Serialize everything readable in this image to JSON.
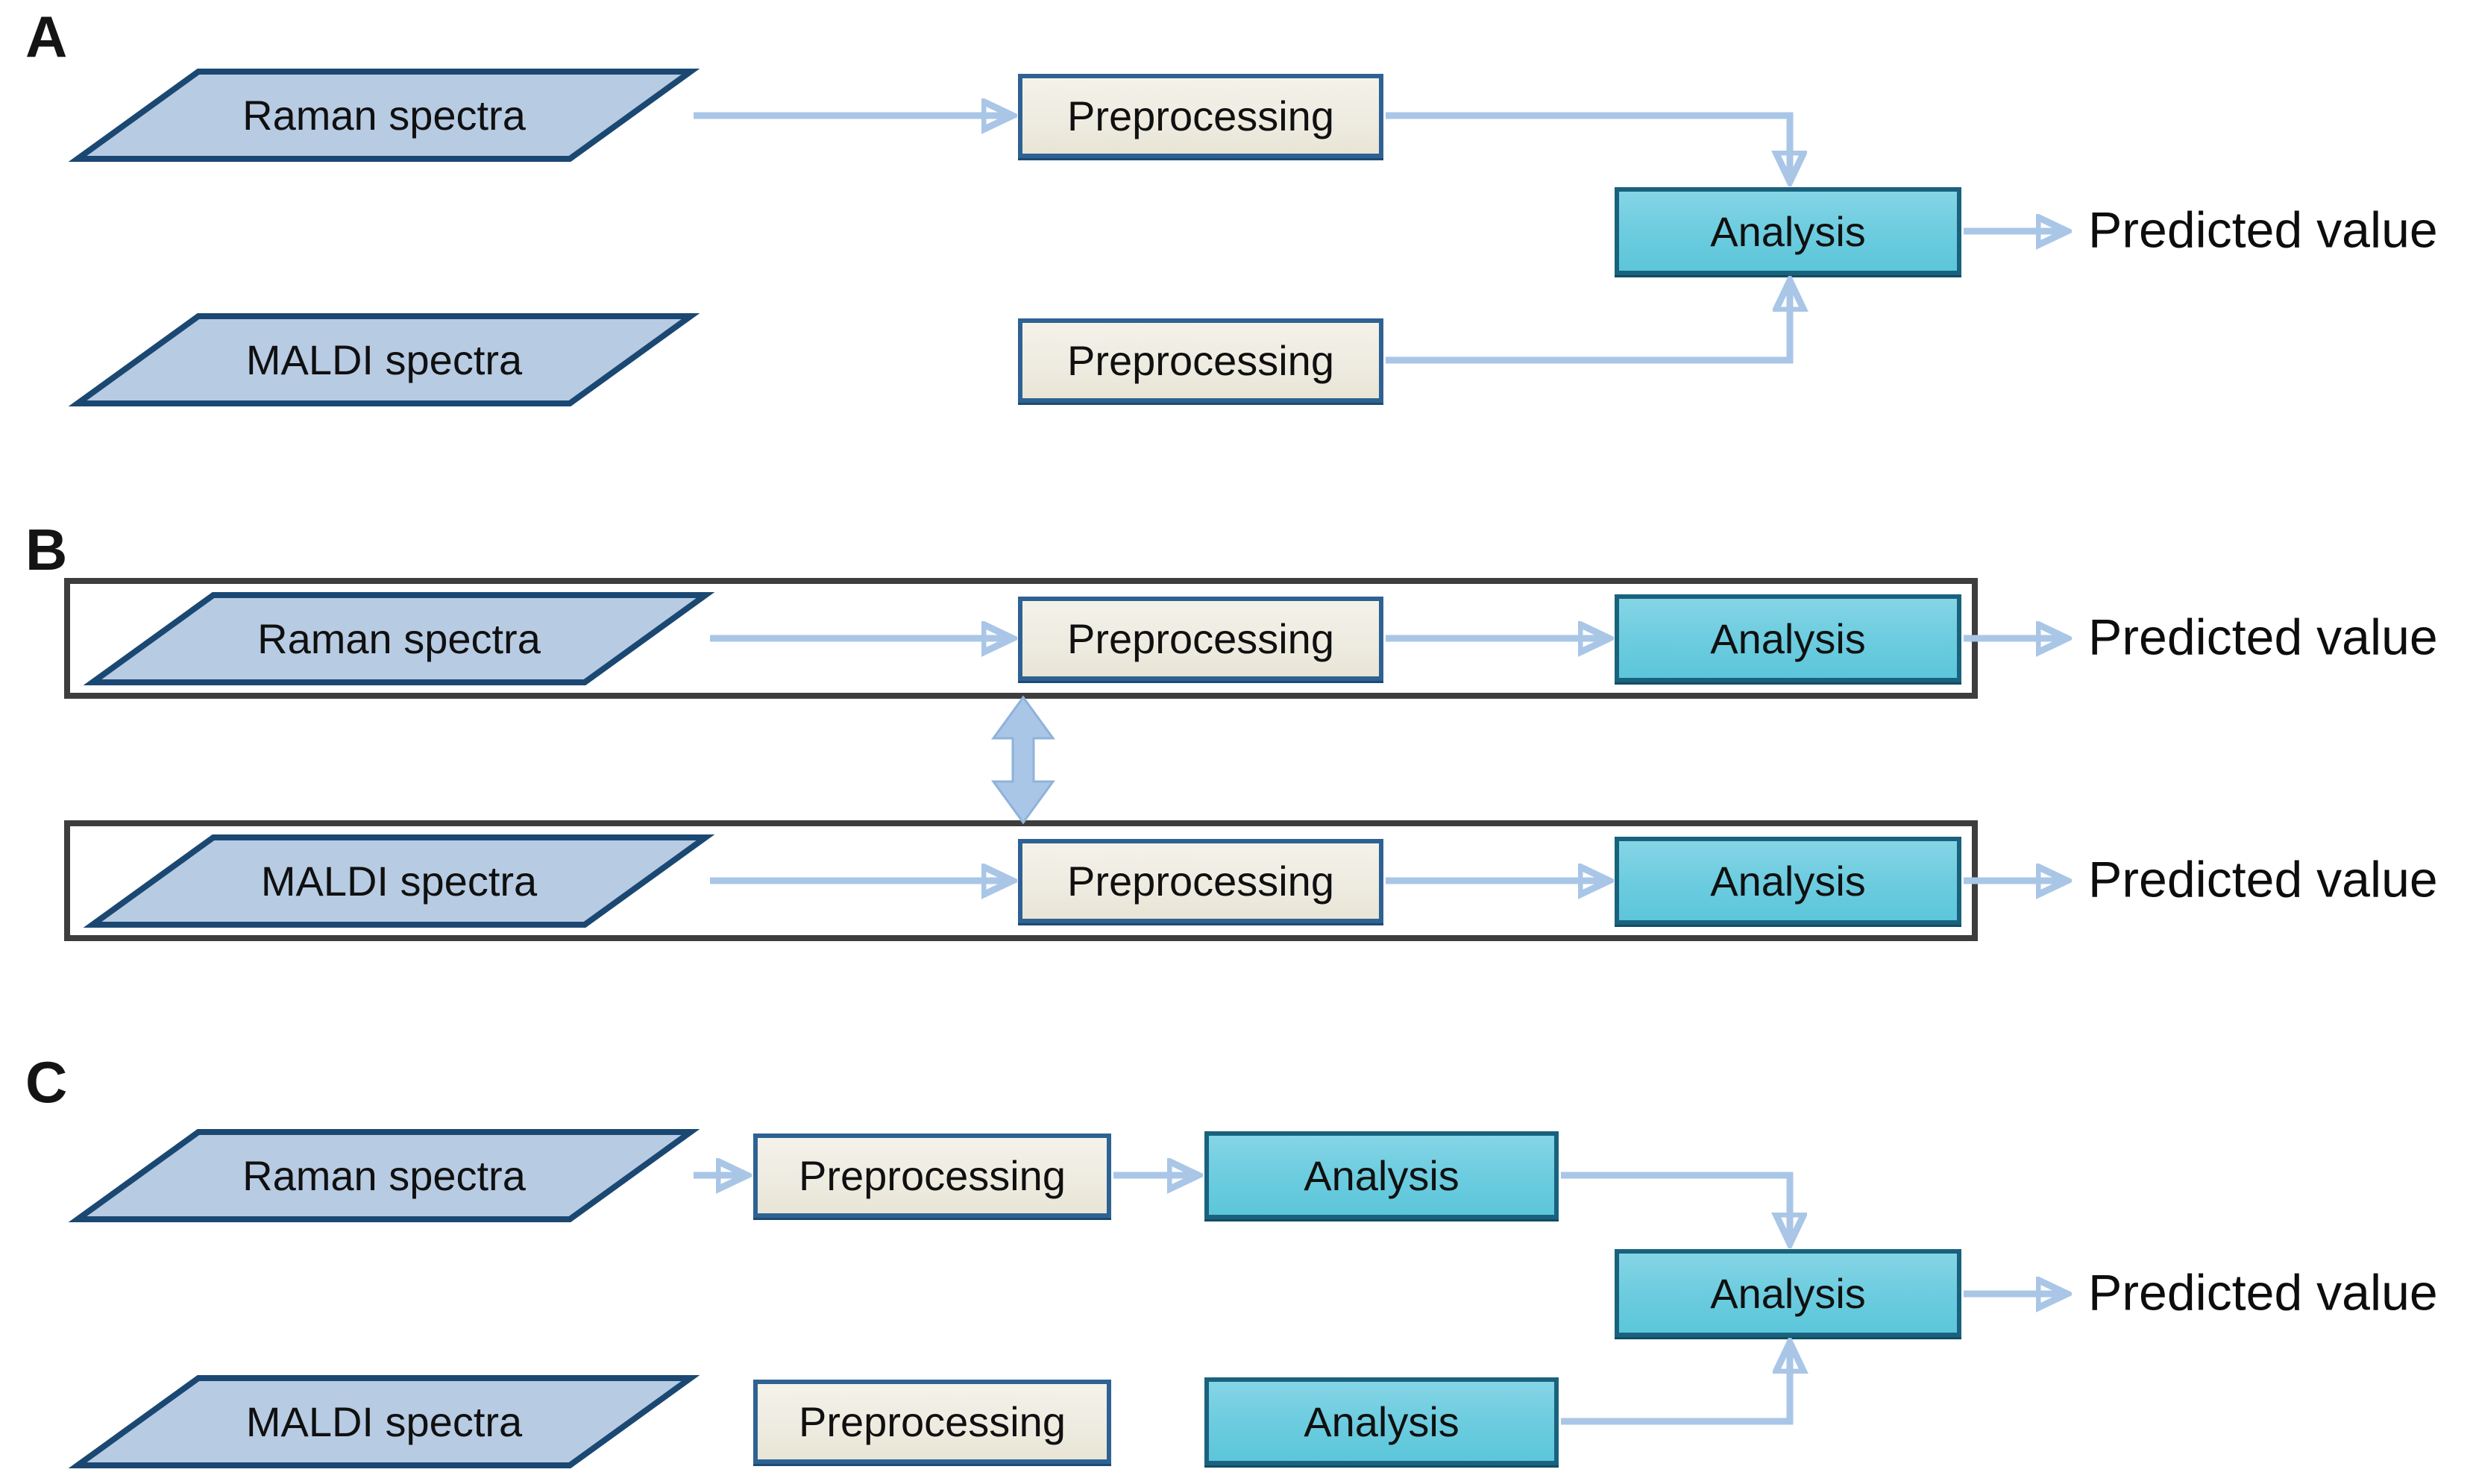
{
  "figure_type": "flowchart-diagram",
  "panels": {
    "a": {
      "label": "A"
    },
    "b": {
      "label": "B"
    },
    "c": {
      "label": "C"
    }
  },
  "nodes": {
    "raman": "Raman spectra",
    "maldi": "MALDI spectra",
    "preprocessing": "Preprocessing",
    "analysis": "Analysis"
  },
  "output_label": "Predicted value",
  "icons": {
    "flow_arrow": "right-arrow",
    "merge_arrow": "elbow-arrow",
    "coupling_arrow": "vertical-double-headed-arrow"
  },
  "colors": {
    "background": "#ffffff",
    "input_fill": "#b7cbe3",
    "input_border": "#1b4872",
    "process_fill": "#eeece1",
    "process_border": "#2e6293",
    "analysis_fill": "#6fcde0",
    "analysis_border": "#19627e",
    "arrow": "#a9c6e7",
    "panel_box_border": "#3d3d3d",
    "text": "#0d0d0d"
  }
}
